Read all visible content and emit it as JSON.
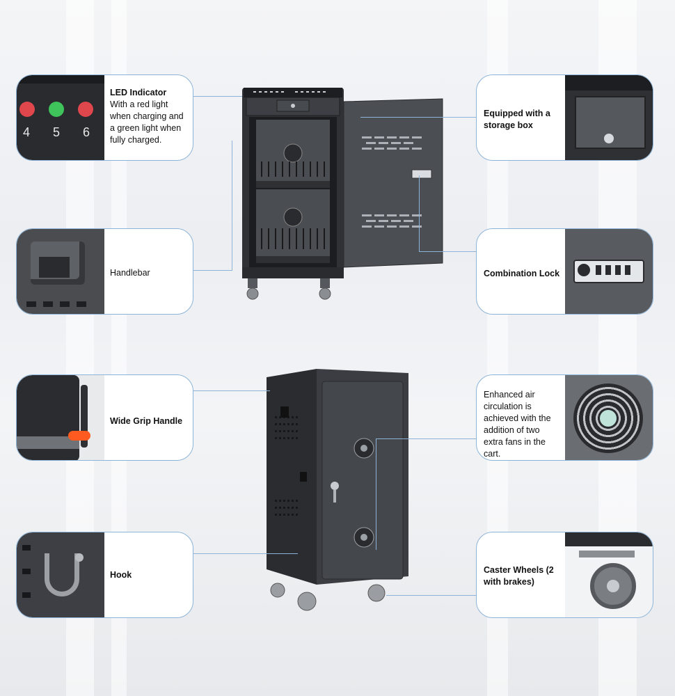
{
  "callouts": {
    "led": {
      "title": "LED Indicator",
      "body": "With a red light when charging and a green light when fully charged.",
      "numbers": [
        "4",
        "5",
        "6"
      ]
    },
    "handlebar": {
      "title": "Handlebar"
    },
    "wide_grip": {
      "title": "Wide Grip Handle"
    },
    "hook": {
      "title": "Hook"
    },
    "storage": {
      "title": "Equipped with a storage box"
    },
    "lock": {
      "title": "Combination Lock"
    },
    "fans": {
      "body": "Enhanced air circulation is achieved with the addition of two extra fans in the cart."
    },
    "casters": {
      "title": "Caster Wheels (2 with brakes)"
    }
  },
  "colors": {
    "border": "#8db4d8",
    "cabinet": "#3a3c40",
    "cabinet_dark": "#232428",
    "led_red": "#e0474c",
    "led_green": "#3ec45a",
    "handle_orange": "#ff5a1f"
  },
  "icons": [
    "led-panel-icon",
    "handlebar-icon",
    "wide-grip-icon",
    "hook-icon",
    "drawer-icon",
    "combination-lock-icon",
    "fan-icon",
    "caster-wheel-icon"
  ]
}
